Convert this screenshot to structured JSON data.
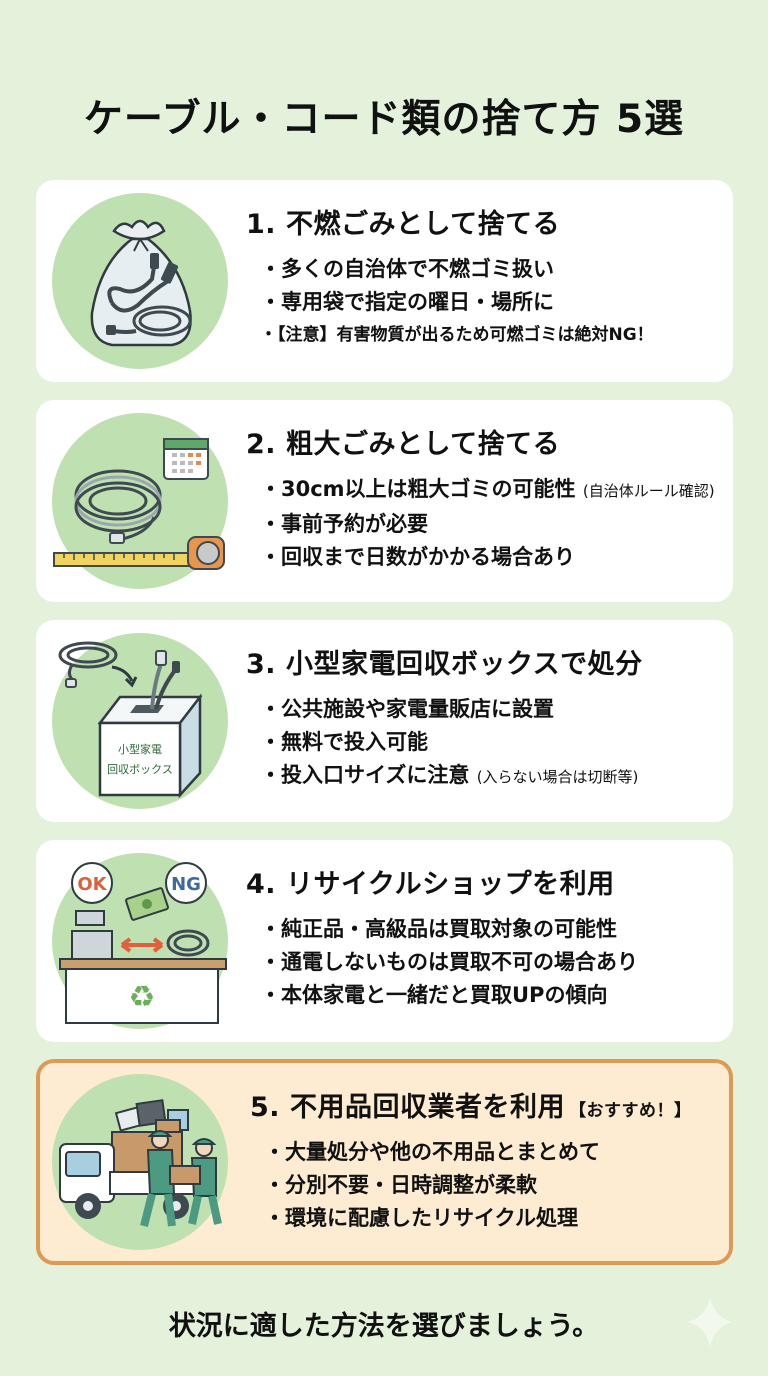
{
  "title": "ケーブル・コード類の捨て方 5選",
  "cards": [
    {
      "title": "1. 不燃ごみとして捨てる",
      "icon": "cable-in-trash-bag-icon",
      "bullets": [
        {
          "text": "多くの自治体で不燃ゴミ扱い"
        },
        {
          "text": "専用袋で指定の曜日・場所に"
        },
        {
          "text": "【注意】有害物質が出るため可燃ゴミは絶対NG！"
        }
      ]
    },
    {
      "title": "2. 粗大ごみとして捨てる",
      "icon": "coiled-cable-calendar-tape-measure-icon",
      "bullets": [
        {
          "text": "30cm以上は粗大ゴミの可能性",
          "note": "(自治体ルール確認)"
        },
        {
          "text": "事前予約が必要"
        },
        {
          "text": "回収まで日数がかかる場合あり"
        }
      ]
    },
    {
      "title": "3. 小型家電回収ボックスで処分",
      "icon": "recycling-box-icon",
      "icon_label_line1": "小型家電",
      "icon_label_line2": "回収ボックス",
      "bullets": [
        {
          "text": "公共施設や家電量販店に設置"
        },
        {
          "text": "無料で投入可能"
        },
        {
          "text": "投入口サイズに注意",
          "note": "(入らない場合は切断等)"
        }
      ]
    },
    {
      "title": "4. リサイクルショップを利用",
      "icon": "recycle-shop-counter-icon",
      "icon_ok": "OK",
      "icon_ng": "NG",
      "bullets": [
        {
          "text": "純正品・高級品は買取対象の可能性"
        },
        {
          "text": "通電しないものは買取不可の場合あり"
        },
        {
          "text": "本体家電と一緒だと買取UPの傾向"
        }
      ]
    },
    {
      "title": "5. 不用品回収業者を利用",
      "tag": "【おすすめ！】",
      "icon": "collection-truck-workers-icon",
      "bullets": [
        {
          "text": "大量処分や他の不用品とまとめて"
        },
        {
          "text": "分別不要・日時調整が柔軟"
        },
        {
          "text": "環境に配慮したリサイクル処理"
        }
      ]
    }
  ],
  "footer": "状況に適した方法を選びましょう。",
  "colors": {
    "background": "#e4f2dc",
    "card": "#ffffff",
    "icon_circle": "#bfe0b0",
    "recommended_bg": "#fdebd2",
    "recommended_border": "#de9a55",
    "ok": "#d9643a",
    "ng": "#3c6aa0"
  }
}
